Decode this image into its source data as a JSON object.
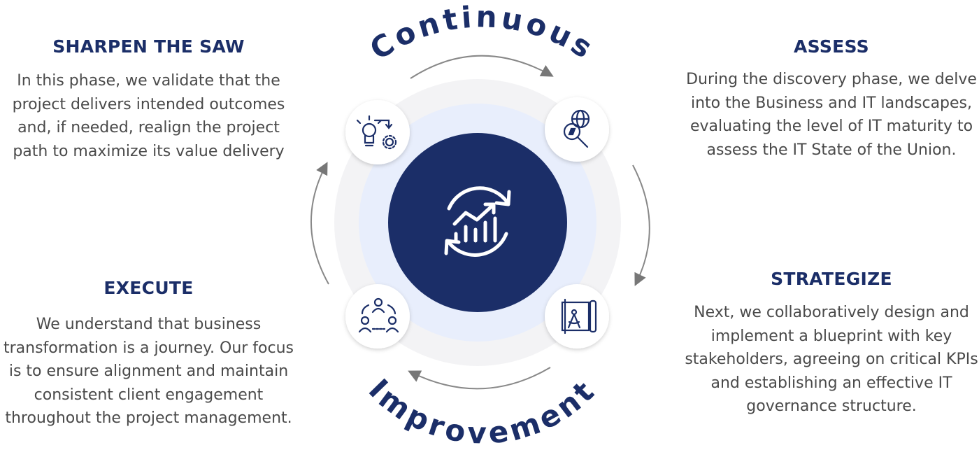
{
  "cycle": {
    "top_label": "Continuous",
    "bottom_label": "Improvement"
  },
  "phases": {
    "sharpen": {
      "title": "SHARPEN THE SAW",
      "description": "In this phase, we validate that the project delivers intended outcomes and, if needed, realign the project path to maximize its value delivery"
    },
    "assess": {
      "title": "ASSESS",
      "description": "During the discovery phase, we delve into the Business and IT landscapes, evaluating the level of IT maturity to assess the IT State of the Union."
    },
    "execute": {
      "title": "EXECUTE",
      "description": "We understand that business transformation is a journey. Our focus is to ensure alignment and maintain consistent client engagement throughout the project management."
    },
    "strategize": {
      "title": "STRATEGIZE",
      "description": "Next, we collaboratively design and implement a blueprint with key stakeholders, agreeing on critical KPIs and establishing an effective IT governance structure."
    }
  },
  "icons": {
    "center": "growth-cycle-icon",
    "sharpen": "idea-gear-icon",
    "assess": "globe-magnifier-icon",
    "execute": "team-collaboration-icon",
    "strategize": "blueprint-compass-icon"
  },
  "colors": {
    "navy": "#1b2e68",
    "text": "#4a4a4a",
    "arrow": "#888888",
    "ring_outer": "#f3f3f5",
    "ring_inner": "#e8eefc"
  }
}
